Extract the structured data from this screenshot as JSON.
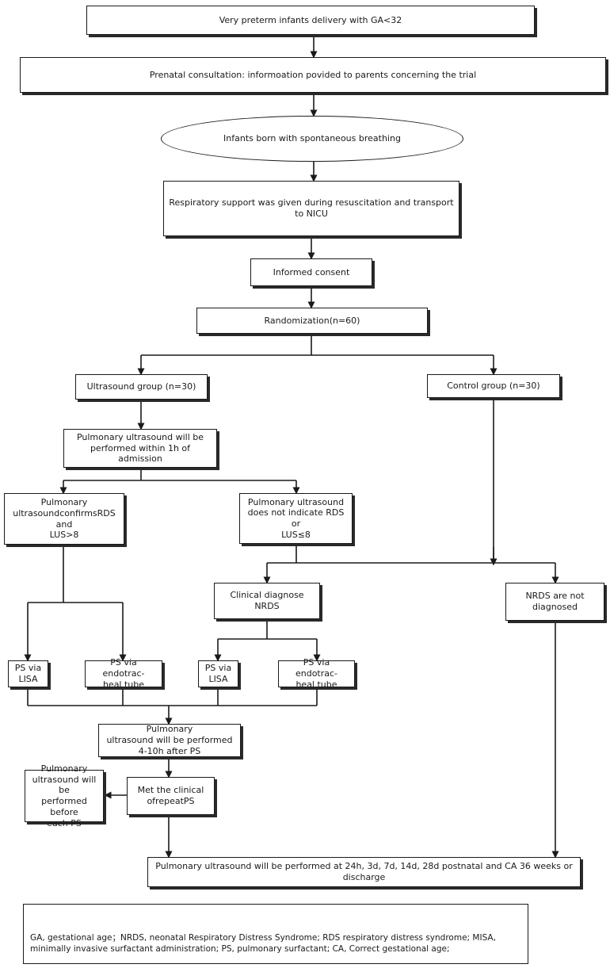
{
  "flowchart": {
    "nodes": {
      "delivery": "Very preterm infants delivery with GA<32",
      "consultation": "Prenatal consultation: informoation povided to parents concerning the trial",
      "born": "Infants born with spontaneous breathing",
      "resp_support": "Respiratory support was given during resuscitation and transport to NICU",
      "consent": "Informed consent",
      "randomization": "Randomization(n=60)",
      "us_group": "Ultrasound  group  (n=30)",
      "control_group": "Control group  (n=30)",
      "pulm_us_1h": "Pulmonary ultrasound will be\nperformed within 1h of admission",
      "confirms_rds": "Pulmonary\nultrasoundconfirmsRDS and\nLUS>8",
      "not_rds": "Pulmonary ultrasound\ndoes not indicate RDS or\nLUS≤8",
      "clinical_nrds": "Clinical diagnose NRDS",
      "nrds_not": "NRDS are not\ndiagnosed",
      "ps_lisa_1": "PS via\nLISA",
      "ps_endo_1": "PS via endotrac-\nheal tube",
      "ps_lisa_2": "PS via\nLISA",
      "ps_endo_2": "PS via endotrac-\nheal tube",
      "us_after_ps": "Pulmonary\nultrasound will be performed\n4-10h after PS",
      "met_clinical": "Met the clinical\nofrepeatPS",
      "us_before_ps": "Pulmonary\nultrasound will be\nperformed before\neach PS",
      "final": "Pulmonary ultrasound will be performed at 24h, 3d, 7d, 14d, 28d postnatal and CA 36 weeks or discharge"
    },
    "legend": "GA, gestational age；NRDS, neonatal Respiratory Distress Syndrome; RDS respiratory distress syndrome; MISA, minimally invasive surfactant administration; PS, pulmonary surfactant; CA, Correct gestational age;"
  }
}
